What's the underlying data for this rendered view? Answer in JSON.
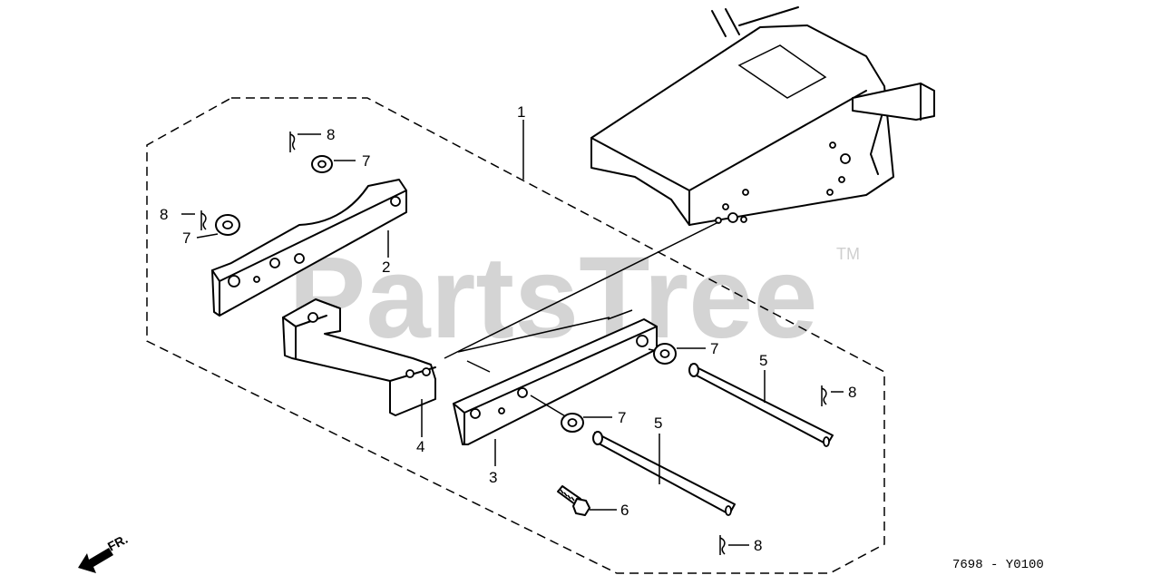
{
  "diagram": {
    "watermark": "PartsTree",
    "trademark": "TM",
    "diagram_code": "7698 - Y0100",
    "direction_label": "FR.",
    "callouts": [
      {
        "id": "c1a",
        "label": "1"
      },
      {
        "id": "c2",
        "label": "2"
      },
      {
        "id": "c3",
        "label": "3"
      },
      {
        "id": "c4",
        "label": "4"
      },
      {
        "id": "c5a",
        "label": "5"
      },
      {
        "id": "c5b",
        "label": "5"
      },
      {
        "id": "c6",
        "label": "6"
      },
      {
        "id": "c7a",
        "label": "7"
      },
      {
        "id": "c7b",
        "label": "7"
      },
      {
        "id": "c7c",
        "label": "7"
      },
      {
        "id": "c7d",
        "label": "7"
      },
      {
        "id": "c8a",
        "label": "8"
      },
      {
        "id": "c8b",
        "label": "8"
      },
      {
        "id": "c8c",
        "label": "8"
      },
      {
        "id": "c8d",
        "label": "8"
      }
    ]
  }
}
